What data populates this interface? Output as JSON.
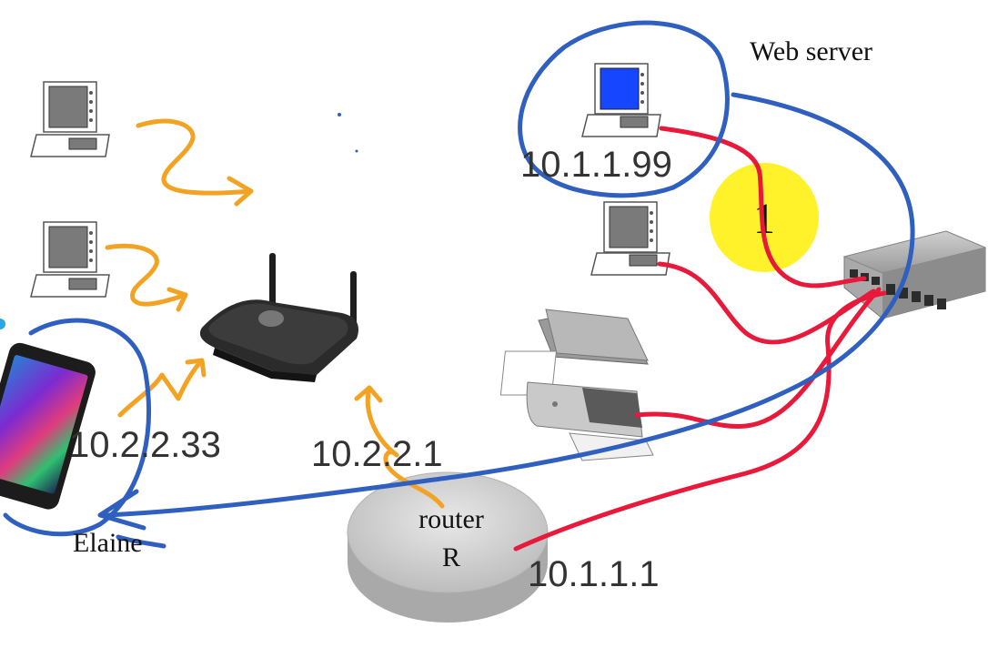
{
  "labels": {
    "web_server": "Web server",
    "elaine": "Elaine",
    "router_line1": "router",
    "router_line2": "R",
    "badge": "1"
  },
  "addresses": {
    "web_server_ip": "10.1.1.99",
    "phone_ip": "10.2.2.33",
    "router_wifi_ip": "10.2.2.1",
    "router_lan_ip": "10.1.1.1"
  },
  "colors": {
    "annotation_blue": "#2f5fbf",
    "wired_red": "#e8193a",
    "wireless_orange": "#f3a323",
    "badge_yellow": "#fff22a",
    "screen_blue": "#1646ff"
  }
}
